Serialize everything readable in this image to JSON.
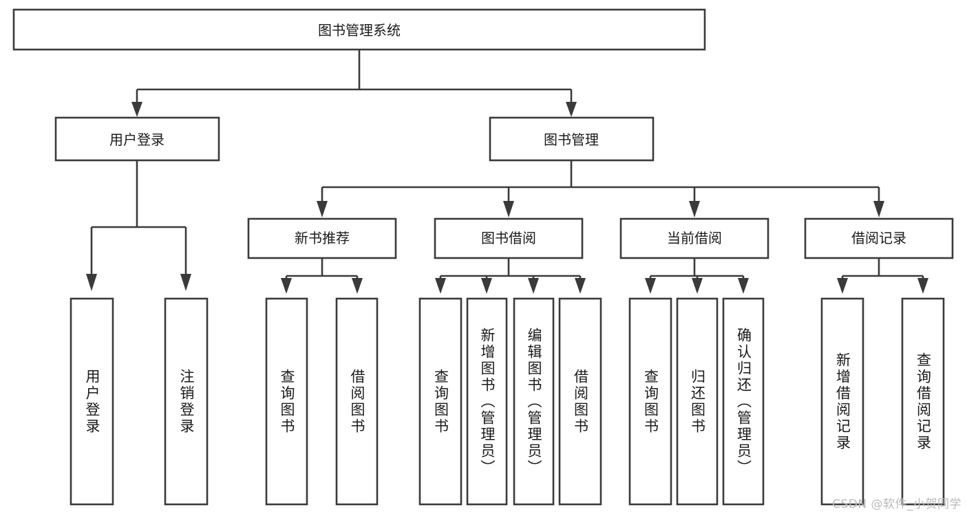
{
  "diagram": {
    "type": "tree-hierarchy",
    "orientation": "top-down",
    "root": {
      "id": "root",
      "label": "图书管理系统"
    },
    "level1": [
      {
        "id": "user-login",
        "label": "用户登录"
      },
      {
        "id": "book-manage",
        "label": "图书管理"
      }
    ],
    "level2": [
      {
        "id": "new-book-recommend",
        "label": "新书推荐",
        "parent": "book-manage"
      },
      {
        "id": "book-borrow",
        "label": "图书借阅",
        "parent": "book-manage"
      },
      {
        "id": "current-borrow",
        "label": "当前借阅",
        "parent": "book-manage"
      },
      {
        "id": "borrow-record",
        "label": "借阅记录",
        "parent": "book-manage"
      }
    ],
    "leaves": [
      {
        "id": "leaf-user-login",
        "label": "用户登录",
        "parent": "user-login"
      },
      {
        "id": "leaf-logout",
        "label": "注销登录",
        "parent": "user-login"
      },
      {
        "id": "leaf-query-book-1",
        "label": "查询图书",
        "parent": "new-book-recommend"
      },
      {
        "id": "leaf-borrow-book-1",
        "label": "借阅图书",
        "parent": "new-book-recommend"
      },
      {
        "id": "leaf-query-book-2",
        "label": "查询图书",
        "parent": "book-borrow"
      },
      {
        "id": "leaf-add-book",
        "label": "新增图书（管理员）",
        "parent": "book-borrow"
      },
      {
        "id": "leaf-edit-book",
        "label": "编辑图书（管理员）",
        "parent": "book-borrow"
      },
      {
        "id": "leaf-borrow-book-2",
        "label": "借阅图书",
        "parent": "book-borrow"
      },
      {
        "id": "leaf-query-book-3",
        "label": "查询图书",
        "parent": "current-borrow"
      },
      {
        "id": "leaf-return-book",
        "label": "归还图书",
        "parent": "current-borrow"
      },
      {
        "id": "leaf-confirm-return",
        "label": "确认归还（管理员）",
        "parent": "current-borrow"
      },
      {
        "id": "leaf-add-record",
        "label": "新增借阅记录",
        "parent": "borrow-record"
      },
      {
        "id": "leaf-query-record",
        "label": "查询借阅记录",
        "parent": "borrow-record"
      }
    ]
  },
  "watermark": {
    "text": "CSDN @软件_小贺同学"
  },
  "colors": {
    "stroke": "#3a3a3a",
    "fill": "#ffffff",
    "text": "#1a1a1a",
    "watermark": "#b9b9b9"
  }
}
